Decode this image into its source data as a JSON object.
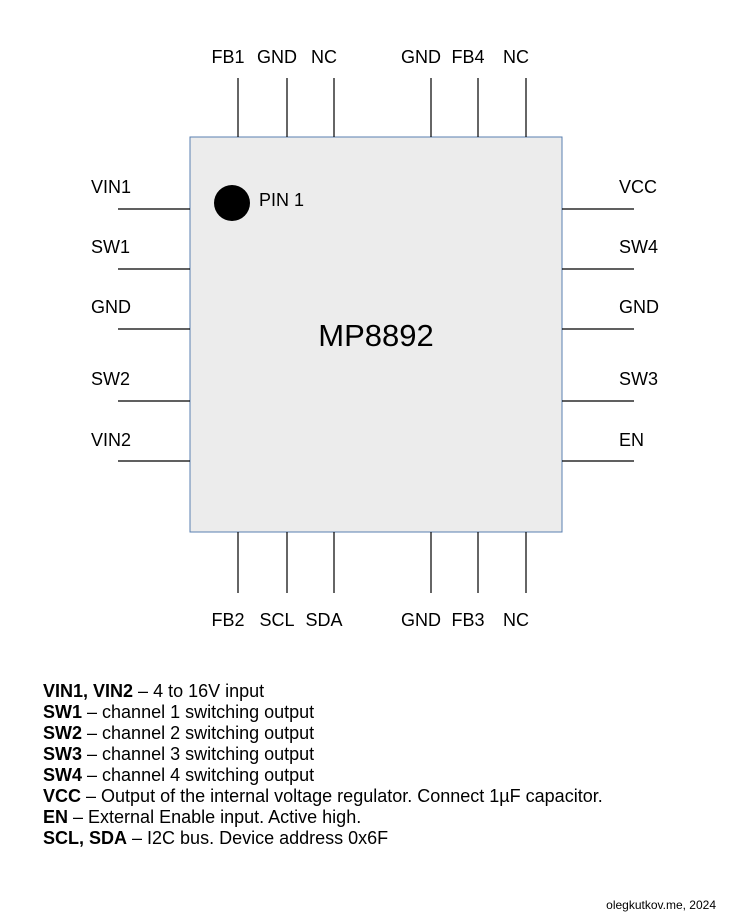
{
  "chip": {
    "name": "MP8892",
    "pin1_label": "PIN 1"
  },
  "pins": {
    "top": [
      "FB1",
      "GND",
      "NC",
      "GND",
      "FB4",
      "NC"
    ],
    "bottom": [
      "FB2",
      "SCL",
      "SDA",
      "GND",
      "FB3",
      "NC"
    ],
    "left": [
      "VIN1",
      "SW1",
      "GND",
      "SW2",
      "VIN2"
    ],
    "right": [
      "VCC",
      "SW4",
      "GND",
      "SW3",
      "EN"
    ]
  },
  "legend": [
    {
      "term": "VIN1, VIN2",
      "desc": "4 to 16V input"
    },
    {
      "term": "SW1",
      "desc": "channel 1 switching output"
    },
    {
      "term": "SW2",
      "desc": "channel 2 switching output"
    },
    {
      "term": "SW3",
      "desc": "channel 3 switching output"
    },
    {
      "term": "SW4",
      "desc": "channel 4 switching output"
    },
    {
      "term": "VCC",
      "desc": "Output of the internal voltage regulator. Connect 1µF capacitor."
    },
    {
      "term": "EN",
      "desc": "External Enable input. Active high."
    },
    {
      "term": "SCL, SDA",
      "desc": "I2C bus. Device address 0x6F"
    }
  ],
  "separator": " – ",
  "credit": "olegkutkov.me, 2024"
}
